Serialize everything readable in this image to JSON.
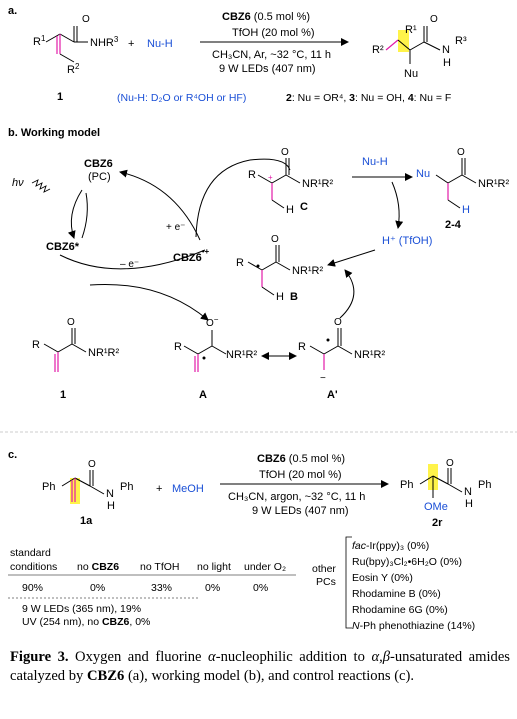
{
  "colors": {
    "blue": "#1a4fd6",
    "magenta": "#e21aa8",
    "highlight": "#fff34a",
    "text": "#000000"
  },
  "panel_a": {
    "label": "a.",
    "reactant_R1": "R",
    "reactant_R1_sup": "1",
    "reactant_NHR3": "NHR",
    "reactant_NHR3_sup": "3",
    "reactant_R2": "R",
    "reactant_R2_sup": "2",
    "plus": "+",
    "nucleophile": "Nu-H",
    "catalyst": "CBZ6",
    "cond1_rest": " (0.5 mol %)",
    "cond2": "TfOH (20 mol %)",
    "cond3": "CH₃CN, Ar, ~32 °C, 11 h",
    "cond4": "9 W LEDs (407 nm)",
    "compound1": "1",
    "nu_note": "(Nu-H: D₂O or R⁴OH or HF)",
    "product_R2": "R²",
    "product_R1": "R¹",
    "product_N": "N",
    "product_H": "H",
    "product_R3": "R³",
    "product_Nu": "Nu",
    "products_text": "2: Nu = OR⁴, 3: Nu = OH, 4: Nu = F",
    "products_parts": [
      "2",
      ": Nu = OR⁴, ",
      "3",
      ": Nu = OH, ",
      "4",
      ": Nu = F"
    ]
  },
  "panel_b": {
    "label": "b. Working model",
    "hv": "hν",
    "cbz6": "CBZ6",
    "pc": "(PC)",
    "cbz6_star": "CBZ6*",
    "plus_e": "+ e⁻",
    "minus_e": "– e⁻",
    "cbz6_radcat": "CBZ6",
    "radcat_sup": "•+",
    "C_R": "R",
    "C_N": "NR¹R²",
    "C_H": "H",
    "C_label": "C",
    "nuh": "Nu-H",
    "p_Nu": "Nu",
    "p_N": "NR¹R²",
    "p_H": "H",
    "p_label": "2-4",
    "hplus": "H⁺ (TfOH)",
    "B_R": "R",
    "B_N": "NR¹R²",
    "B_H": "H",
    "B_label": "B",
    "one_R": "R",
    "one_N": "NR¹R²",
    "one_label": "1",
    "A_O": "O",
    "A_N": "NR¹R²",
    "A_label": "A",
    "Ap_R": "R",
    "Ap_N": "NR¹R²",
    "Ap_label": "A'"
  },
  "panel_c": {
    "label": "c.",
    "sm_Ph": "Ph",
    "sm_N": "N",
    "sm_H": "H",
    "sm_Ph2": "Ph",
    "sm_label": "1a",
    "plus": "+",
    "meoh": "MeOH",
    "catalyst": "CBZ6",
    "cond1_rest": " (0.5 mol %)",
    "cond2": "TfOH (20 mol %)",
    "cond3": "CH₃CN, argon, ~32 °C, 11 h",
    "cond4": "9 W LEDs (407 nm)",
    "pr_Ph": "Ph",
    "pr_N": "N",
    "pr_H": "H",
    "pr_Ph2": "Ph",
    "pr_OMe": "OMe",
    "pr_label": "2r",
    "table_headers": [
      "standard conditions",
      "no CBZ6",
      "no TfOH",
      "no light",
      "under O₂"
    ],
    "table_values": [
      "90%",
      "0%",
      "33%",
      "0%",
      "0%"
    ],
    "extra1": "9 W LEDs (365 nm), 19%",
    "extra2": "UV (254 nm), no CBZ6, 0%",
    "other_pcs_label": "other PCs",
    "other_pcs": [
      "fac-Ir(ppy)₃ (0%)",
      "Ru(bpy)₃Cl₂•6H₂O (0%)",
      "Eosin Y (0%)",
      "Rhodamine B (0%)",
      "Rhodamine 6G (0%)",
      "N-Ph phenothiazine (14%)"
    ]
  },
  "caption": {
    "fig": "Figure 3.",
    "t1": " Oxygen and fluorine ",
    "t2": "α",
    "t3": "-nucleophilic addition to ",
    "t4": "α,β",
    "t5": "-unsaturated amides catalyzed by ",
    "t6": "CBZ6",
    "t7": " (a), working model (b), and control reactions (c)."
  }
}
